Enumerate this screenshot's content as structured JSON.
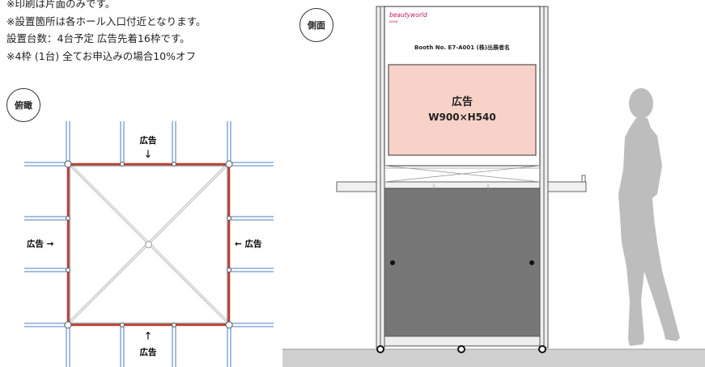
{
  "notes": [
    "※印刷は片面のみです。",
    "※設置箇所は各ホール入口付近となります。",
    "設置台数：4台予定  広告先着16枠です。",
    "※4枠 (1台) 全てお申込みの場合10%オフ"
  ],
  "top_view": {
    "circle_label": "俯瞰",
    "ad_label": "広告",
    "arrow_down": "↓",
    "arrow_up": "↑",
    "left_label": "広告 →",
    "right_label": "← 広告"
  },
  "side_view": {
    "circle_label": "側面",
    "brand": "beautyworld",
    "brand_sub": "JAPAN",
    "booth_text": "Booth No. E7-A001 (株)出展者名",
    "ad_title": "広告",
    "ad_size": "W900×H540"
  },
  "colors": {
    "ad_panel": "#f8d2c8",
    "cabinet": "#777777",
    "frame_red": "#c0392b",
    "pole_blue": "#4a7fc1",
    "floor": "#d0d0d0",
    "silhouette": "#bdbdbd",
    "brand": "#c2185b"
  }
}
